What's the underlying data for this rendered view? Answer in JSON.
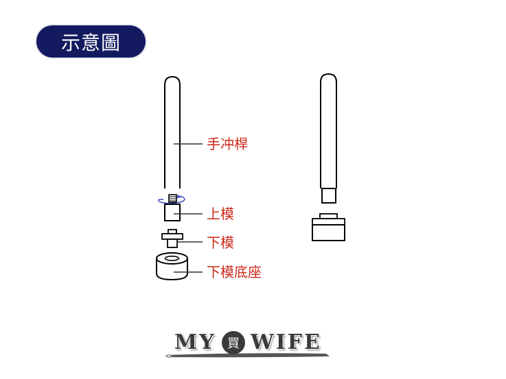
{
  "badge": {
    "title": "示意圖"
  },
  "labels": {
    "punch_rod": "手冲桿",
    "upper_die": "上模",
    "lower_die": "下模",
    "lower_die_base": "下模底座"
  },
  "logo": {
    "left": "MY",
    "middle": "買",
    "right": "WIFE"
  },
  "colors": {
    "badge": "#141a60",
    "label": "#cc2a1a",
    "arrow": "#2a3fbf",
    "line": "#000000"
  }
}
